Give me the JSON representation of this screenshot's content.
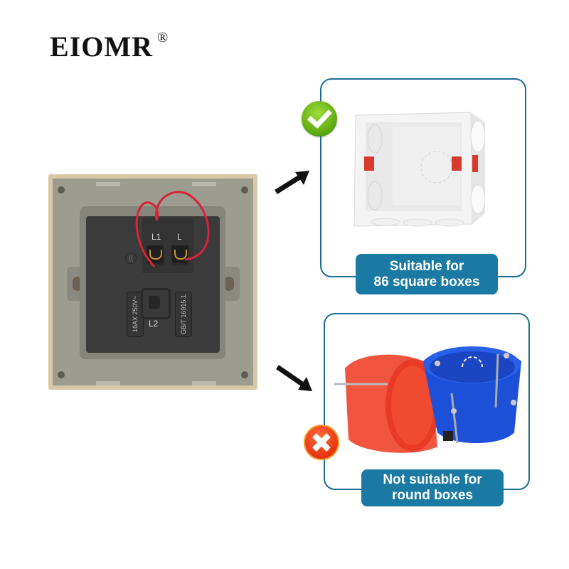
{
  "brand": {
    "name": "EIOMR",
    "mark": "®"
  },
  "product": {
    "image": "wall-switch-back-panel",
    "terminal_labels": [
      "L1",
      "L",
      "L2"
    ],
    "rating_text": "16AX 250V~",
    "standard_text": "GB/T 16915.1"
  },
  "comparison": {
    "suitable": {
      "status_icon": "check-icon",
      "status_color": "#5aa80f",
      "image": "square-junction-box-white",
      "label_line1": "Suitable for",
      "label_line2": "86 square boxes"
    },
    "not_suitable": {
      "status_icon": "cross-icon",
      "status_color": "#e2320e",
      "image": "round-junction-boxes-red-blue",
      "label_line1": "Not suitable for",
      "label_line2": "round boxes"
    }
  },
  "colors": {
    "card_border": "#1b6f95",
    "label_bg": "#1a7aa3",
    "label_text": "#ffffff"
  }
}
